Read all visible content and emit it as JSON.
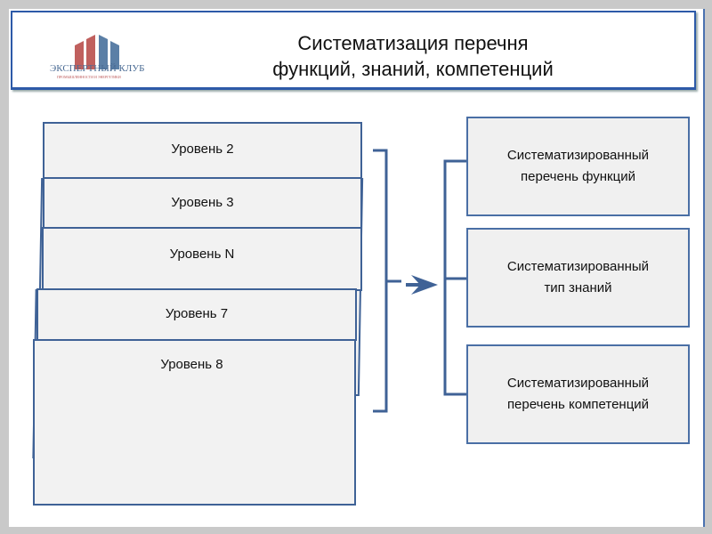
{
  "header": {
    "title_line1": "Систематизация перечня",
    "title_line2": "функций, знаний, компетенций",
    "logo_name": "ЭКСПЕРТНЫЙ КЛУБ",
    "logo_subtitle": "ПРОМЫШЛЕННОСТИ И ЭНЕРГЕТИКИ"
  },
  "levels": [
    "Уровень 2",
    "Уровень 3",
    "Уровень N",
    "Уровень 7",
    "Уровень 8"
  ],
  "outputs": [
    {
      "line1": "Систематизированный",
      "line2": "перечень функций"
    },
    {
      "line1": "Систематизированный",
      "line2": "тип знаний"
    },
    {
      "line1": "Систематизированный",
      "line2": "перечень компетенций"
    }
  ],
  "colors": {
    "accent": "#3f6296",
    "box_fill": "#f2f2f2",
    "logo_red": "#c0605e",
    "logo_blue": "#5b7fa6"
  }
}
